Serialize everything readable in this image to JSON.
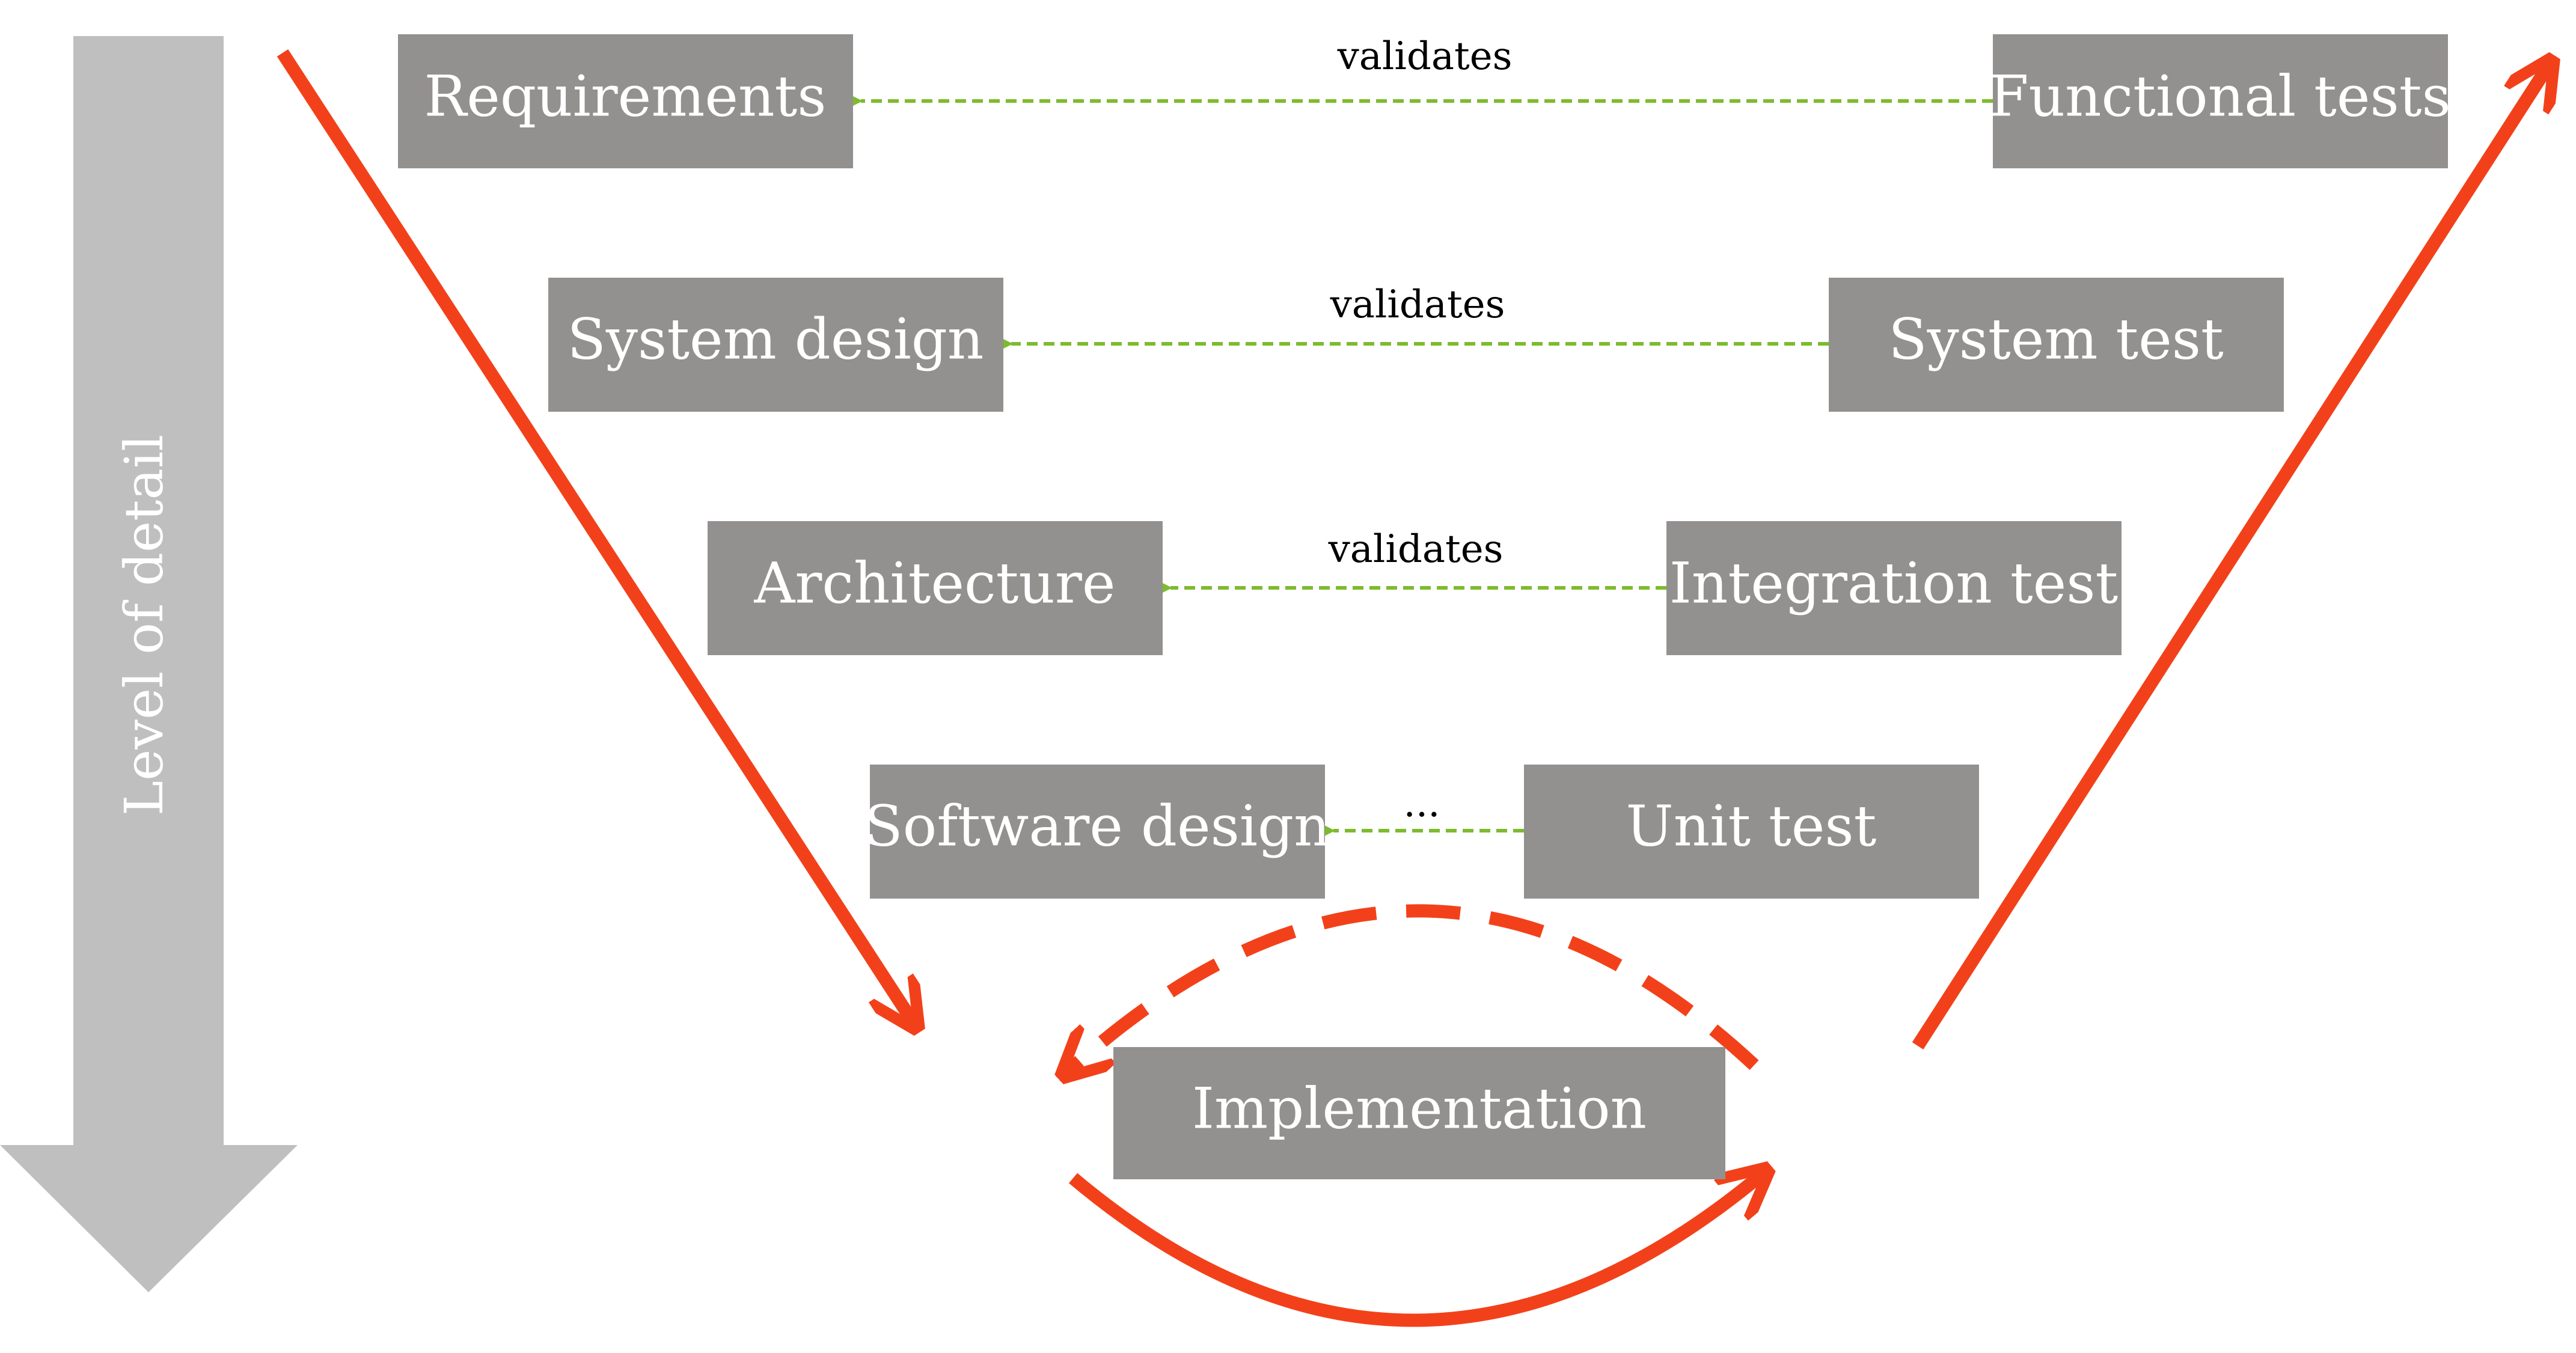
{
  "axis": {
    "label": "Level of detail"
  },
  "boxes": {
    "requirements": "Requirements",
    "functional_tests": "Functional tests",
    "system_design": "System design",
    "system_test": "System test",
    "architecture": "Architecture",
    "integration_test": "Integration test",
    "software_design": "Software design",
    "unit_test": "Unit test",
    "implementation": "Implementation"
  },
  "edges": {
    "row1": "validates",
    "row2": "validates",
    "row3": "validates",
    "row4": "..."
  },
  "colors": {
    "box_fill": "#939090",
    "box_text": "#ffffff",
    "validation_line": "#7dbb2e",
    "flow_arrow": "#f2411a",
    "axis_arrow": "#c0bfbf"
  }
}
